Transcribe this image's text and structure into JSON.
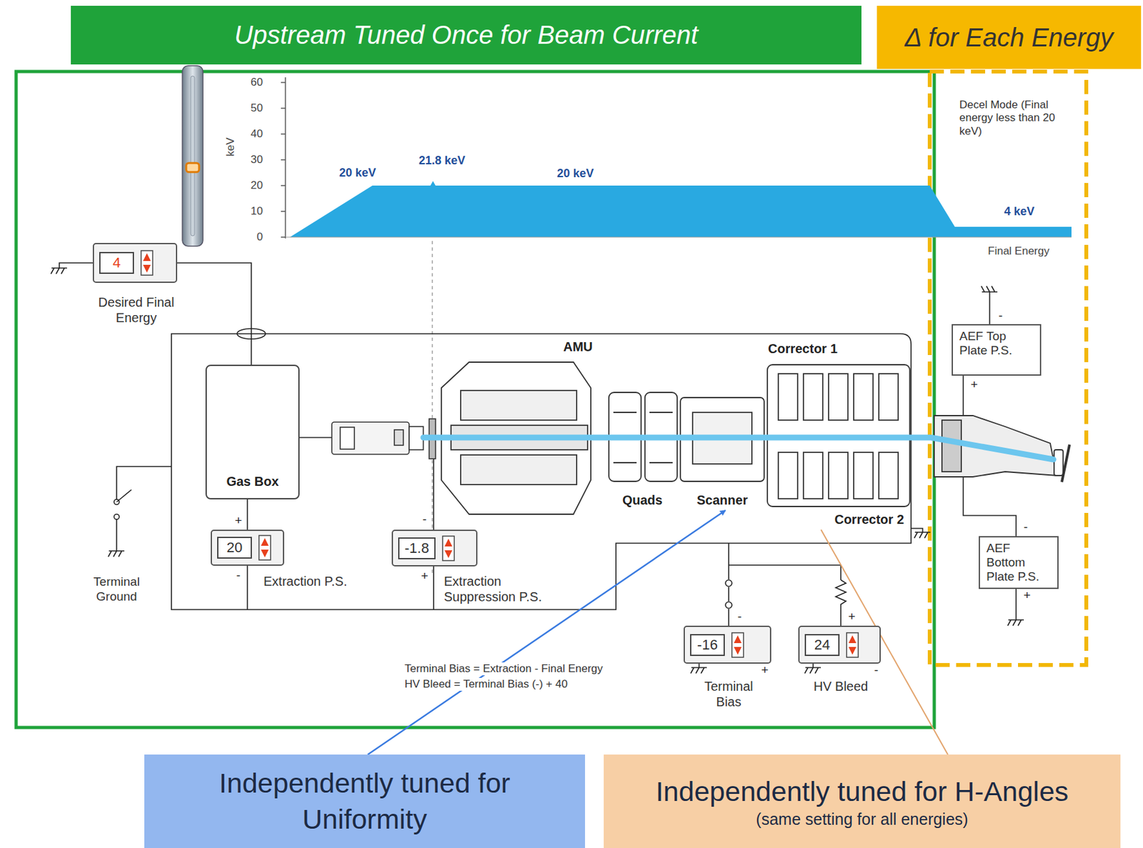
{
  "diagram": {
    "nodes": [
      {
        "text": [
          "Upstream Tuned Once for Beam Current"
        ]
      },
      {
        "text": [
          "Δ for Each Energy"
        ]
      },
      {
        "text": [
          "4",
          "Desired Final Energy"
        ]
      },
      {
        "text": [
          "Gas Box"
        ]
      },
      {
        "text": [
          "20",
          "Extraction P.S."
        ]
      },
      {
        "text": [
          "-1.8",
          "Extraction Suppression P.S."
        ]
      },
      {
        "text": [
          "Scanner"
        ]
      },
      {
        "text": [
          "Corrector 1",
          "Corrector 2"
        ]
      },
      {
        "text": [
          "-16",
          "Terminal Bias"
        ]
      },
      {
        "text": [
          "24",
          "HV Bleed"
        ]
      },
      {
        "text": [
          "AEF Top Plate P.S."
        ]
      },
      {
        "text": [
          "AEF Bottom Plate P.S."
        ]
      },
      {
        "text": [
          "Independently tuned for Uniformity"
        ]
      },
      {
        "text": [
          "Independently tuned for H-Angles",
          "(same setting for all energies)"
        ]
      }
    ],
    "edges": [
      {
        "from": 12,
        "to": 6,
        "arrow": "to"
      },
      {
        "from": 13,
        "to": 7,
        "arrow": "none"
      }
    ],
    "labels": [
      "60",
      "50",
      "40",
      "30",
      "20",
      "10",
      "0",
      "keV",
      "20 keV",
      "21.8 keV",
      "20 keV",
      "Decel Mode (Final energy less than 20 keV)",
      "4 keV",
      "Final Energy",
      "AMU",
      "Quads",
      "Terminal Ground",
      "Terminal Bias = Extraction - Final Energy",
      "HV Bleed = Terminal Bias (-) + 40",
      "+",
      "-",
      "-",
      "+",
      "-",
      "+",
      "+",
      "-",
      "-",
      "+",
      "-",
      "+"
    ]
  }
}
